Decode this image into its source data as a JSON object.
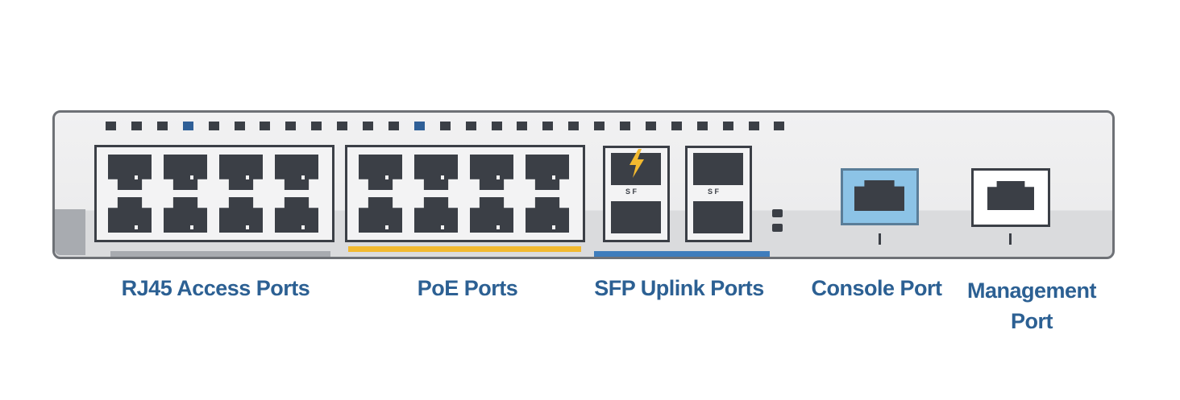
{
  "colors": {
    "label_text": "#2c6093",
    "port_dark": "#3b3f46",
    "poe_underline": "#f2b92f",
    "sfp_underline": "#3f7dbc",
    "access_underline": "#a8abb0",
    "console_fill": "#8cc3e6",
    "status_led_active": "#2f5f97"
  },
  "device": {
    "status_led_count": 27,
    "active_led_indices": [
      3,
      12
    ],
    "port_groups": {
      "rj45_access": {
        "label": "RJ45 Access Ports",
        "ports": 8
      },
      "poe": {
        "label": "PoE Ports",
        "ports": 8
      },
      "sfp_uplink": {
        "label": "SFP Uplink Ports",
        "cages": 2,
        "slot_marks": [
          "S F",
          "S F"
        ],
        "power_icon": "lightning-bolt-icon"
      },
      "console": {
        "label": "Console Port",
        "tick_mark": "l"
      },
      "management": {
        "label": "Management Port",
        "tick_mark": "l"
      }
    }
  }
}
